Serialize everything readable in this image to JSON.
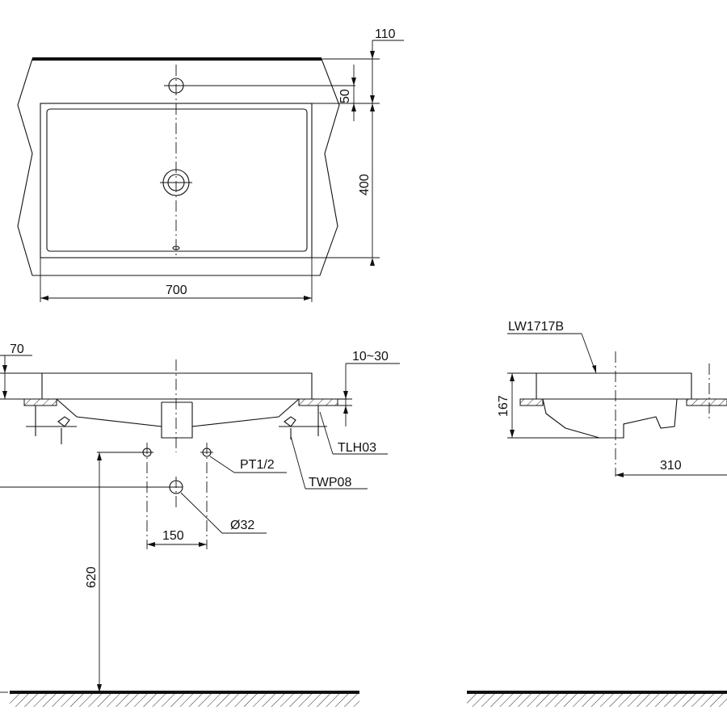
{
  "top_view": {
    "dim_total_depth": "110",
    "dim_tap_offset": "50",
    "dim_bowl_depth": "400",
    "dim_width": "700"
  },
  "front_view": {
    "dim_rim_height": "70",
    "dim_counter_thickness": "10~30",
    "label_bracket": "TLH03",
    "label_supply": "PT1/2",
    "label_fitting": "TWP08",
    "dim_supply_spacing": "150",
    "dim_drain_dia": "Ø32",
    "dim_drain_height": "620"
  },
  "side_view": {
    "model_label": "LW1717B",
    "dim_height": "167",
    "dim_depth": "310"
  }
}
